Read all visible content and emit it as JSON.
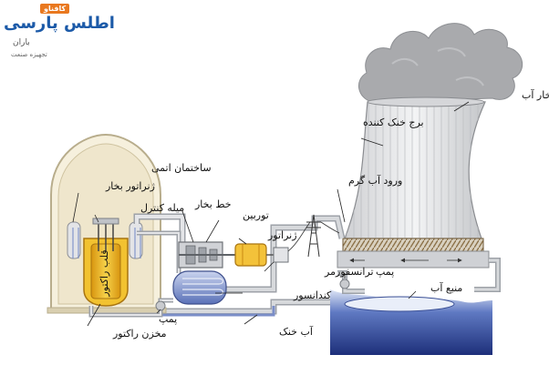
{
  "logo": {
    "tag": "کافناو",
    "name": "اطلس پارسی",
    "partner": "باران",
    "partner_sub": "تجهیزه صنعت"
  },
  "labels": {
    "steam": "بخار آب",
    "cooling_tower": "برج خنک کننده",
    "hot_water_inlet": "ورود آب گرم",
    "containment_building": "ساختمان اتمی",
    "steam_generator": "ژنراتور بخار",
    "control_rods": "میله کنترل",
    "steam_line": "خط بخار",
    "turbine": "توربین",
    "generator": "ژنراتور",
    "transformer": "ترانسفورمر",
    "pump_tower": "پمپ",
    "water_source": "منبع آب",
    "condenser": "کندانسور",
    "pump": "پمپ",
    "cold_water": "آب خنک",
    "reactor_vessel": "مخزن راکتور",
    "core": "قلب راکتور"
  },
  "colors": {
    "pipe": "#c9cbcf",
    "pipe_stroke": "#9ea2a8",
    "building": "#f6f0dd",
    "building_stroke": "#b8ad8c",
    "reactor": "#f2c230",
    "reactor_dark": "#c98b12",
    "condenser_blue": "#6f86c6",
    "water": "#2f4ea6",
    "tower": "#e5e6e8",
    "tower_stroke": "#8a8c90",
    "cloud": "#a9aaad",
    "generator_yellow": "#f3c23a",
    "logo_blue": "#1c5aa8",
    "logo_orange": "#e9781f"
  }
}
